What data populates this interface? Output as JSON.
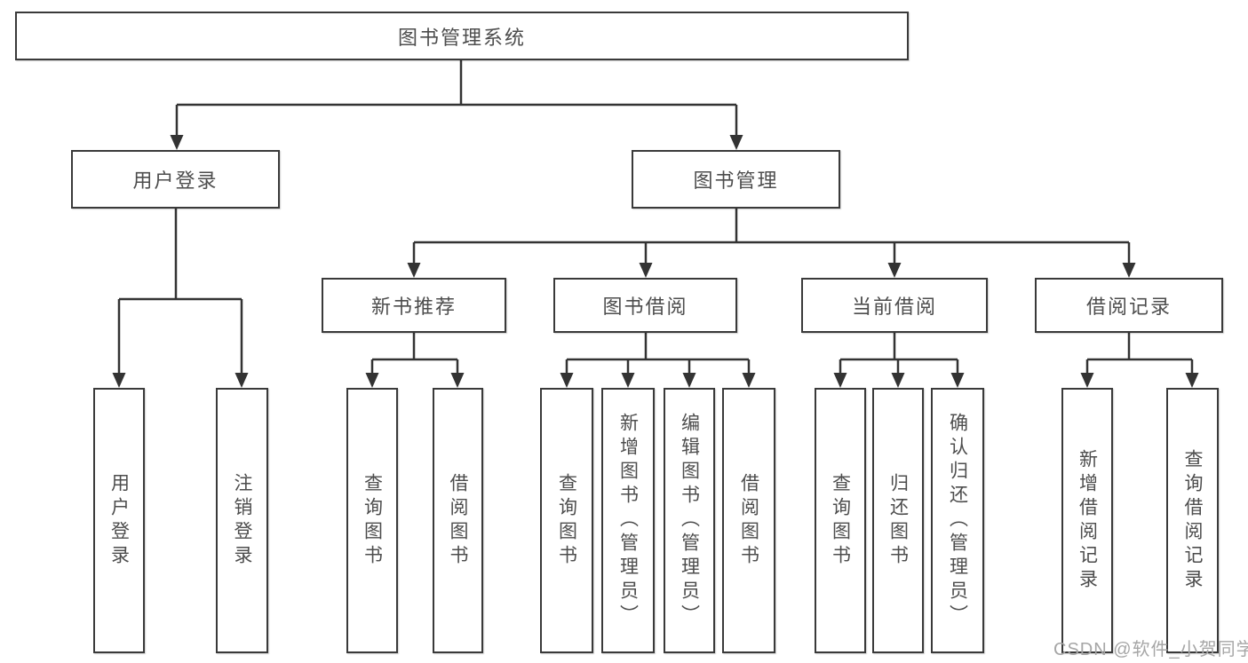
{
  "tree": {
    "label": "图书管理系统",
    "children": [
      {
        "label": "用户登录",
        "children": [
          {
            "label": "用户登录"
          },
          {
            "label": "注销登录"
          }
        ]
      },
      {
        "label": "图书管理",
        "children": [
          {
            "label": "新书推荐",
            "children": [
              {
                "label": "查询图书"
              },
              {
                "label": "借阅图书"
              }
            ]
          },
          {
            "label": "图书借阅",
            "children": [
              {
                "label": "查询图书"
              },
              {
                "label": "新增图书（管理员）"
              },
              {
                "label": "编辑图书（管理员）"
              },
              {
                "label": "借阅图书"
              }
            ]
          },
          {
            "label": "当前借阅",
            "children": [
              {
                "label": "查询图书"
              },
              {
                "label": "归还图书"
              },
              {
                "label": "确认归还（管理员）"
              }
            ]
          },
          {
            "label": "借阅记录",
            "children": [
              {
                "label": "新增借阅记录"
              },
              {
                "label": "查询借阅记录"
              }
            ]
          }
        ]
      }
    ]
  },
  "watermark": {
    "text": "CSDN @软件_小贺同学"
  },
  "colors": {
    "bg": "#ffffff",
    "line": "#333333",
    "border": "#3a3a3a",
    "text": "#4d4d4d",
    "watermark": "#a6a6a6"
  }
}
